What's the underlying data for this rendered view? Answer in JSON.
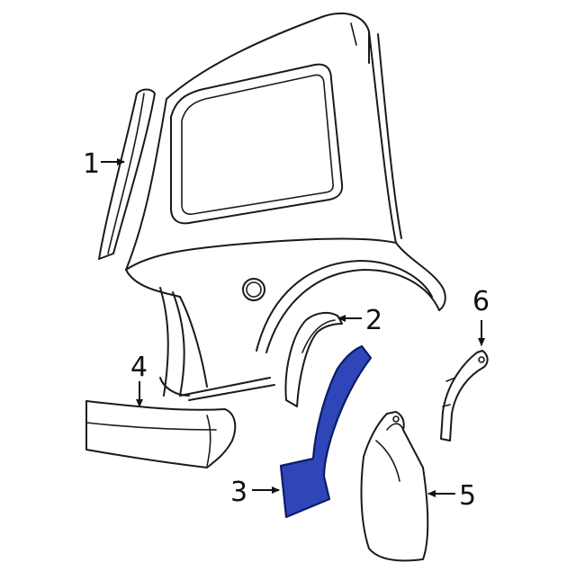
{
  "diagram": {
    "callouts": [
      {
        "id": "1",
        "label": "1"
      },
      {
        "id": "2",
        "label": "2"
      },
      {
        "id": "3",
        "label": "3"
      },
      {
        "id": "4",
        "label": "4"
      },
      {
        "id": "5",
        "label": "5"
      },
      {
        "id": "6",
        "label": "6"
      }
    ],
    "highlight_color": "#2e46b8",
    "highlighted_part": "3"
  }
}
